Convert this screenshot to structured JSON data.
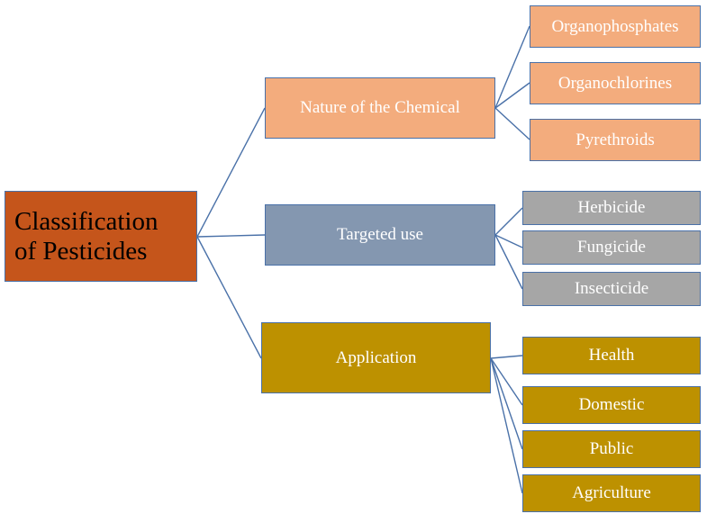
{
  "diagram": {
    "type": "hierarchy-tree",
    "root": {
      "label": "Classification\nof Pesticides",
      "fill": "#C5551B",
      "text_color": "#000000"
    },
    "edge_color": "#4A71A8",
    "border_color": "#4A71A8",
    "branches": [
      {
        "label": "Nature of the Chemical",
        "fill": "#F3AC7D",
        "text_color": "#FFFFFF",
        "children": [
          {
            "label": "Organophosphates"
          },
          {
            "label": "Organochlorines"
          },
          {
            "label": "Pyrethroids"
          }
        ]
      },
      {
        "label": "Targeted use",
        "fill": "#8497B0",
        "leaf_fill": "#A6A6A6",
        "text_color": "#FFFFFF",
        "children": [
          {
            "label": "Herbicide"
          },
          {
            "label": "Fungicide"
          },
          {
            "label": "Insecticide"
          }
        ]
      },
      {
        "label": "Application",
        "fill": "#BD9100",
        "text_color": "#FFFFFF",
        "children": [
          {
            "label": "Health"
          },
          {
            "label": "Domestic"
          },
          {
            "label": "Public"
          },
          {
            "label": "Agriculture"
          }
        ]
      }
    ]
  }
}
